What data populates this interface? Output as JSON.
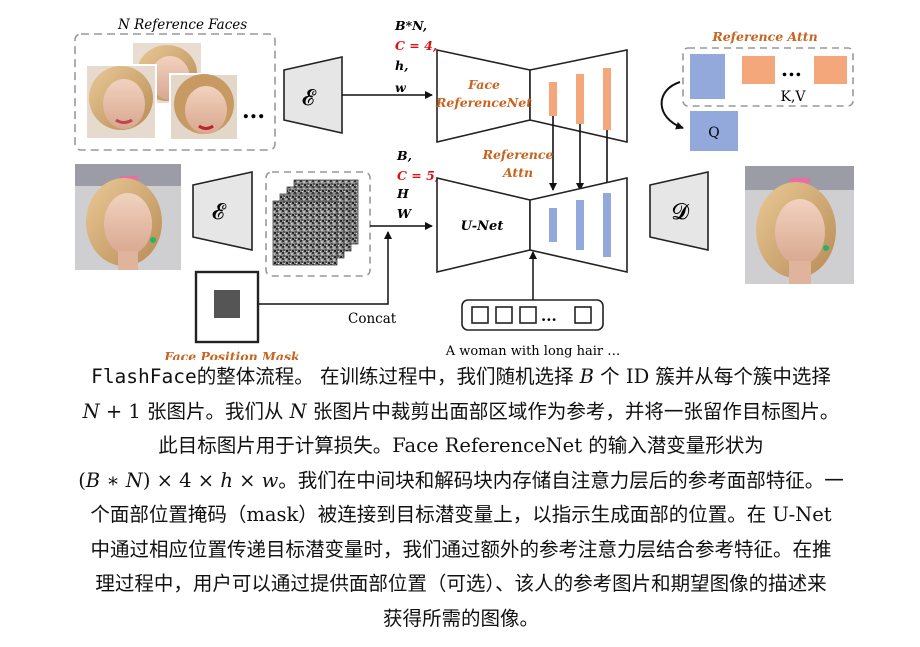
{
  "figure": {
    "n_ref_faces_label": "N Reference Faces",
    "ellipsis": "...",
    "encoder_symbol": "𝓔",
    "decoder_symbol": "𝓓",
    "ref_input_shape": {
      "line1": "B*N,",
      "line2": "C = 4,",
      "line3": "h,",
      "line4": "w"
    },
    "unet_input_shape": {
      "line1": "B,",
      "line2": "C = 5,",
      "line3": "H",
      "line4": "W"
    },
    "face_referencenet_label": {
      "line1": "Face",
      "line2": "ReferenceNet"
    },
    "unet_label": "U-Net",
    "reference_attn_top": "Reference Attn",
    "reference_attn_mid": {
      "line1": "Reference",
      "line2": "Attn"
    },
    "kv_label": "K,V",
    "q_label": "Q",
    "dots": "...",
    "concat_label": "Concat",
    "face_position_mask_label": "Face Position Mask",
    "text_prompt": "A  woman with long hair …",
    "colors": {
      "orange": "#f4a77a",
      "blue": "#93a8db",
      "red": "#e01010",
      "brown": "#c8641e"
    }
  },
  "caption": {
    "line1_mono": "FlashFace",
    "line1_rest": "的整体流程。 在训练过程中，我们随机选择 𝐵 个 ID 簇并从每个簇中选择",
    "line2": "𝑁 + 1 张图片。我们从 𝑁 张图片中裁剪出面部区域作为参考，并将一张留作目标图片。",
    "line3": "此目标图片用于计算损失。Face ReferenceNet 的输入潜变量形状为",
    "line4": "(𝐵 ∗ 𝑁) × 4 × ℎ × 𝑤。我们在中间块和解码块内存储自注意力层后的参考面部特征。一",
    "line5": "个面部位置掩码（mask）被连接到目标潜变量上，以指示生成面部的位置。在 U-Net",
    "line6": "中通过相应位置传递目标潜变量时，我们通过额外的参考注意力层结合参考特征。在推",
    "line7": "理过程中，用户可以通过提供面部位置（可选）、该人的参考图片和期望图像的描述来",
    "line8": "获得所需的图像。"
  }
}
